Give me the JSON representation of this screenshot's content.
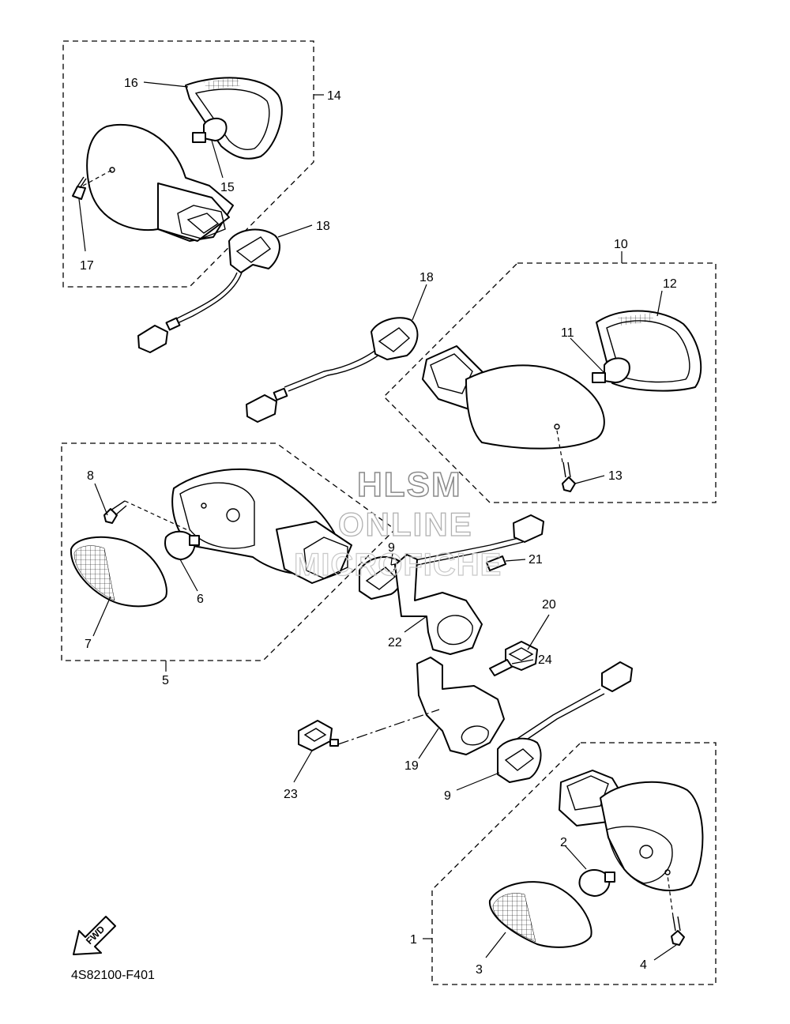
{
  "diagram": {
    "part_code": "4S82100-F401",
    "fwd_label": "FWD",
    "watermark": {
      "line1": "HLSM",
      "line2": "ONLINE",
      "line3": "MICROFICHE"
    },
    "callouts": {
      "c1": "1",
      "c2": "2",
      "c3": "3",
      "c4": "4",
      "c5": "5",
      "c6": "6",
      "c7": "7",
      "c8": "8",
      "c9a": "9",
      "c9b": "9",
      "c10": "10",
      "c11": "11",
      "c12": "12",
      "c13": "13",
      "c14": "14",
      "c15": "15",
      "c16": "16",
      "c17": "17",
      "c18a": "18",
      "c18b": "18",
      "c19": "19",
      "c20": "20",
      "c21": "21",
      "c22": "22",
      "c23": "23",
      "c24": "24"
    }
  }
}
